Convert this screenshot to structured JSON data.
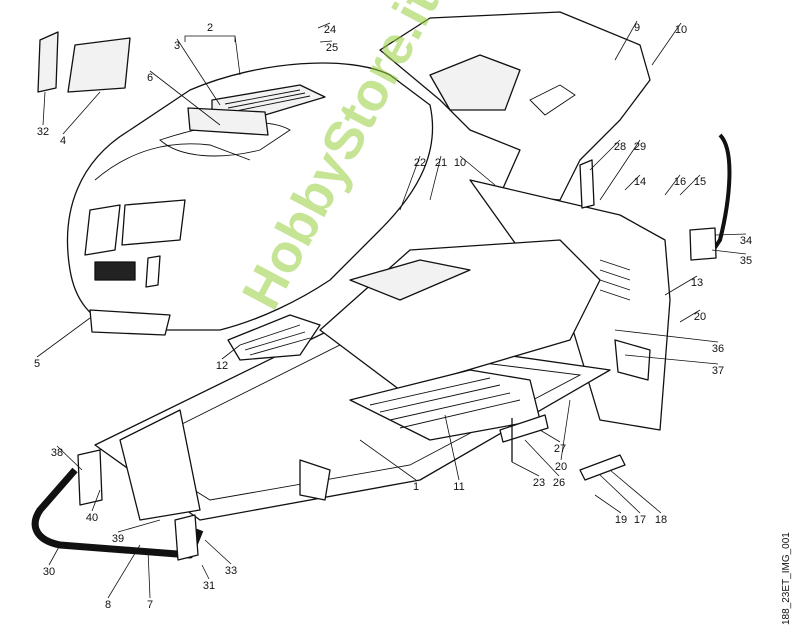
{
  "diagram": {
    "image_code": "188_23ET_IMG_001",
    "watermark": "HobbyStore.it",
    "callouts": [
      "2",
      "3",
      "24",
      "25",
      "9",
      "10",
      "6",
      "32",
      "4",
      "22",
      "21",
      "10",
      "28",
      "29",
      "14",
      "16",
      "15",
      "34",
      "35",
      "13",
      "20",
      "36",
      "37",
      "5",
      "12",
      "11",
      "1",
      "27",
      "20",
      "26",
      "23",
      "19",
      "17",
      "18",
      "38",
      "40",
      "39",
      "33",
      "30",
      "31",
      "8",
      "7"
    ]
  }
}
